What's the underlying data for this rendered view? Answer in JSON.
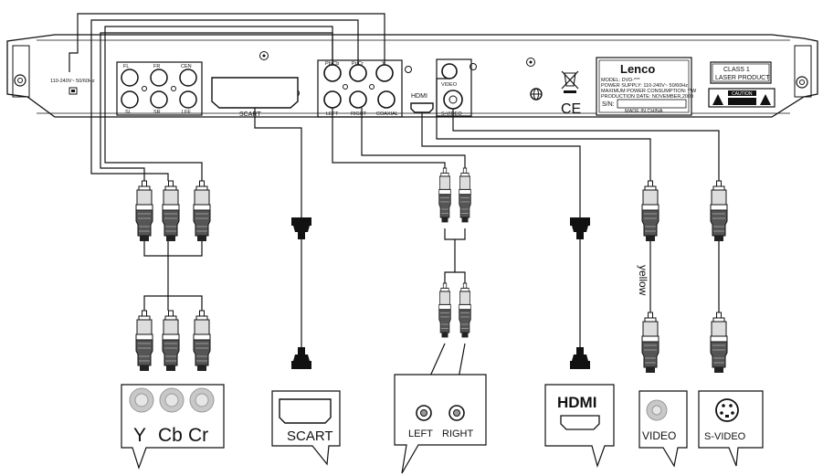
{
  "panel": {
    "power_spec": "110-240V~ 50/60Hz",
    "scart_label": "SCART",
    "audio_jacks": [
      "FL",
      "FR",
      "CEN",
      "SL",
      "SR",
      "LFE"
    ],
    "component_jacks": [
      "Pb/Cb",
      "Pr/Cr",
      "Y"
    ],
    "stereo_labels": [
      "LEFT",
      "RIGHT",
      "COAXIAL"
    ],
    "hdmi_label": "HDMI",
    "video_labels": [
      "VIDEO",
      "S-VIDEO"
    ],
    "brand": "Lenco",
    "spec_lines": [
      "MODEL: DVD-***",
      "POWER SUPPLY: 110-240V~ 50/60Hz",
      "MAXIMUM POWER CONSUMPTION: **W",
      "PRODUCTION DATE: NOVEMBER,2009"
    ],
    "sn_label": "S/N:",
    "made_in": "MADE IN CHINA",
    "ce_mark": "CE",
    "laser_label": [
      "CLASS 1",
      "LASER PRODUCT"
    ],
    "caution_label": "CAUTION"
  },
  "cable_text": {
    "video_cable_color": "yellow"
  },
  "devices": {
    "component_labels": [
      "Y",
      "Cb",
      "Cr"
    ],
    "scart_label": "SCART",
    "audio_labels": [
      "LEFT",
      "RIGHT"
    ],
    "hdmi_label": "HDMI",
    "video_label": "VIDEO",
    "svideo_label": "S-VIDEO"
  },
  "colors": {
    "line": "#111111",
    "jack_fill": "#c8c8c8",
    "device_fill": "#ffffff"
  }
}
